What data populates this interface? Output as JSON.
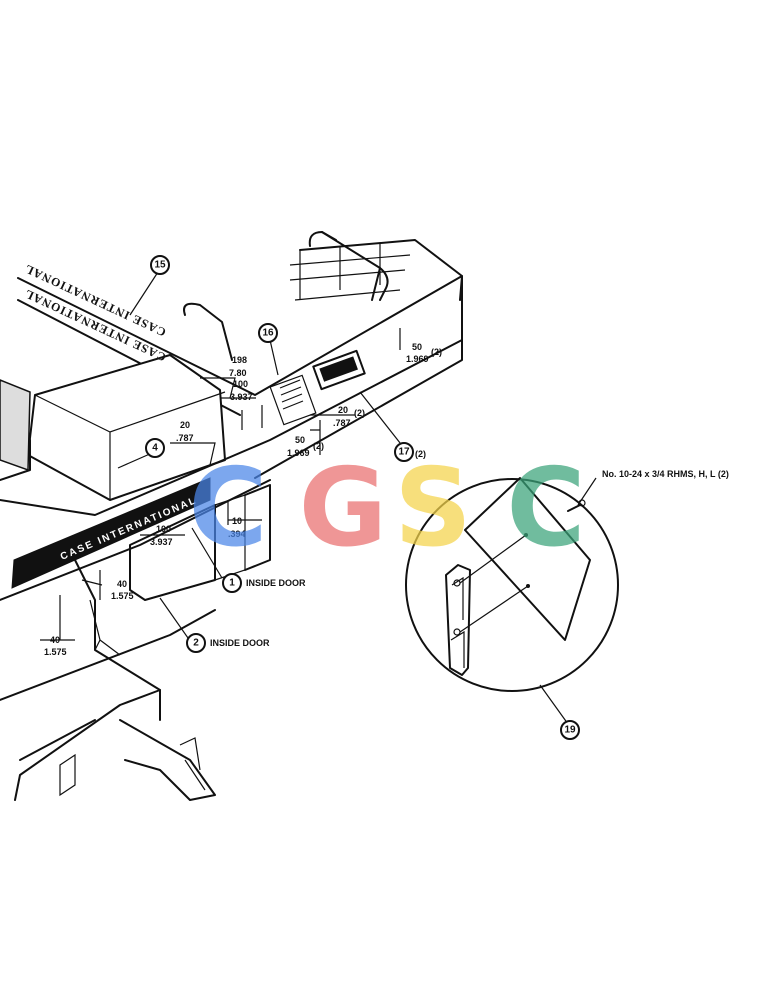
{
  "callouts": {
    "c1": "1",
    "c2": "2",
    "c4": "4",
    "c15": "15",
    "c16": "16",
    "c17": "17",
    "c19": "19"
  },
  "callout_notes": {
    "c1": "INSIDE DOOR",
    "c2": "INSIDE DOOR",
    "c17": "(2)"
  },
  "dimensions": {
    "d198_top": "198",
    "d198_bot": "7.80",
    "d100a_top": "100",
    "d100a_bot": "3.937",
    "d20a_top": "20",
    "d20a_bot": ".787",
    "d50a_top": "50",
    "d50a_bot": "1.969",
    "d50a_qty": "(2)",
    "d20b_top": "20",
    "d20b_bot": ".787",
    "d20b_qty": "(2)",
    "d50b_top": "50",
    "d50b_bot": "1.969",
    "d50b_qty": "(2)",
    "d10_top": "10",
    "d10_bot": ".394",
    "d100b_top": "100",
    "d100b_bot": "3.937",
    "d40a_top": "40",
    "d40a_bot": "1.575",
    "d40b_top": "40",
    "d40b_bot": "1.575"
  },
  "hardware_note": "No. 10-24 x 3/4 RHMS, H, L (2)",
  "decals": {
    "side_stripe": "CASE   INTERNATIONAL",
    "roof_decal": "CASE INTERNATIONAL"
  },
  "watermark": {
    "letters": [
      "C",
      "G",
      "S",
      "C"
    ],
    "colors": [
      "#4a86e8",
      "#ea6f6f",
      "#f5d44a",
      "#3aa37a"
    ]
  }
}
